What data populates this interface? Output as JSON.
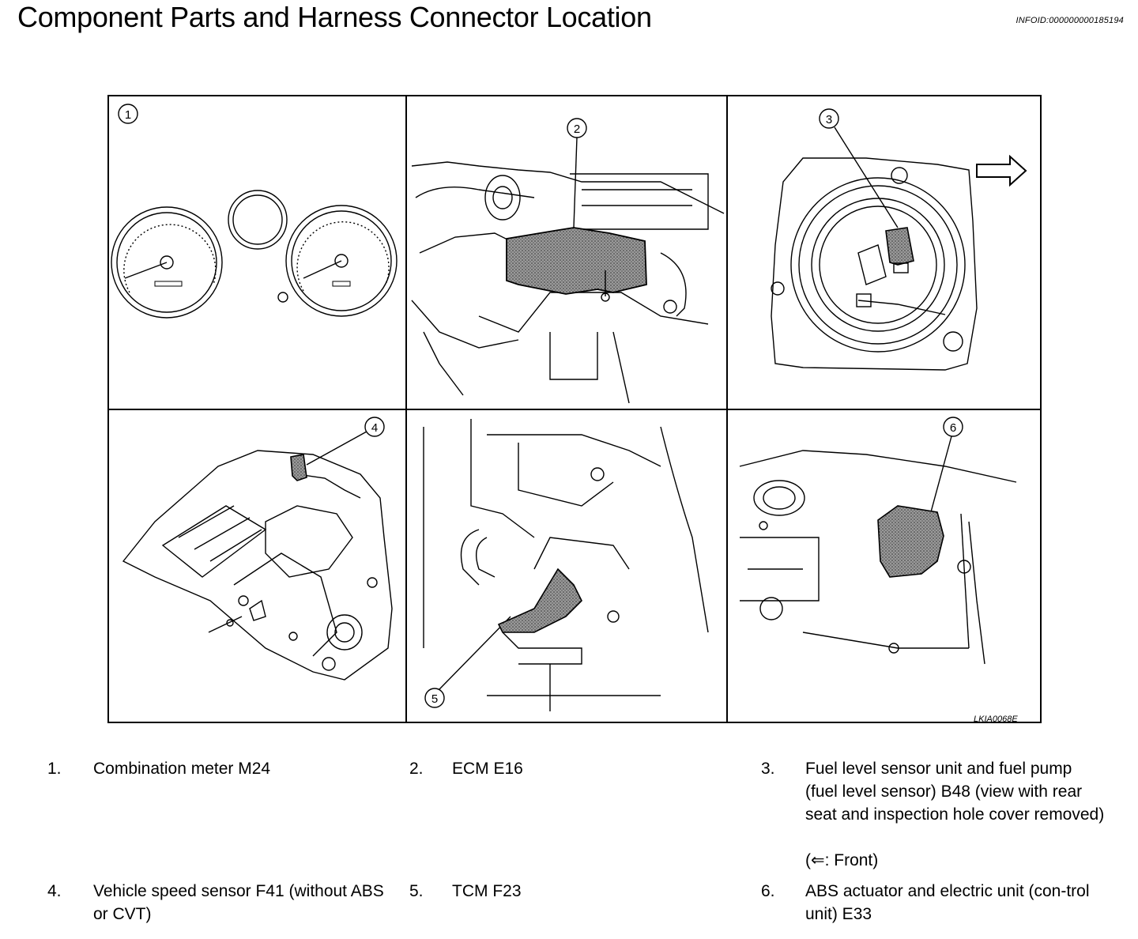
{
  "header": {
    "title": "Component Parts and Harness Connector Location",
    "info_id": "INFOID:000000000185194"
  },
  "figure": {
    "code": "LKIA0068E",
    "callouts": [
      "1",
      "2",
      "3",
      "4",
      "5",
      "6"
    ]
  },
  "legend": [
    {
      "num": "1.",
      "text": "Combination meter M24"
    },
    {
      "num": "2.",
      "text": "ECM E16"
    },
    {
      "num": "3.",
      "text": "Fuel level sensor unit and fuel pump (fuel level sensor) B48 (view with rear seat and inspection hole cover removed)",
      "note": "(⇐: Front)"
    },
    {
      "num": "4.",
      "text": "Vehicle speed sensor F41 (without ABS or CVT)"
    },
    {
      "num": "5.",
      "text": "TCM F23"
    },
    {
      "num": "6.",
      "text": "ABS actuator and electric unit (con-trol unit) E33"
    }
  ]
}
